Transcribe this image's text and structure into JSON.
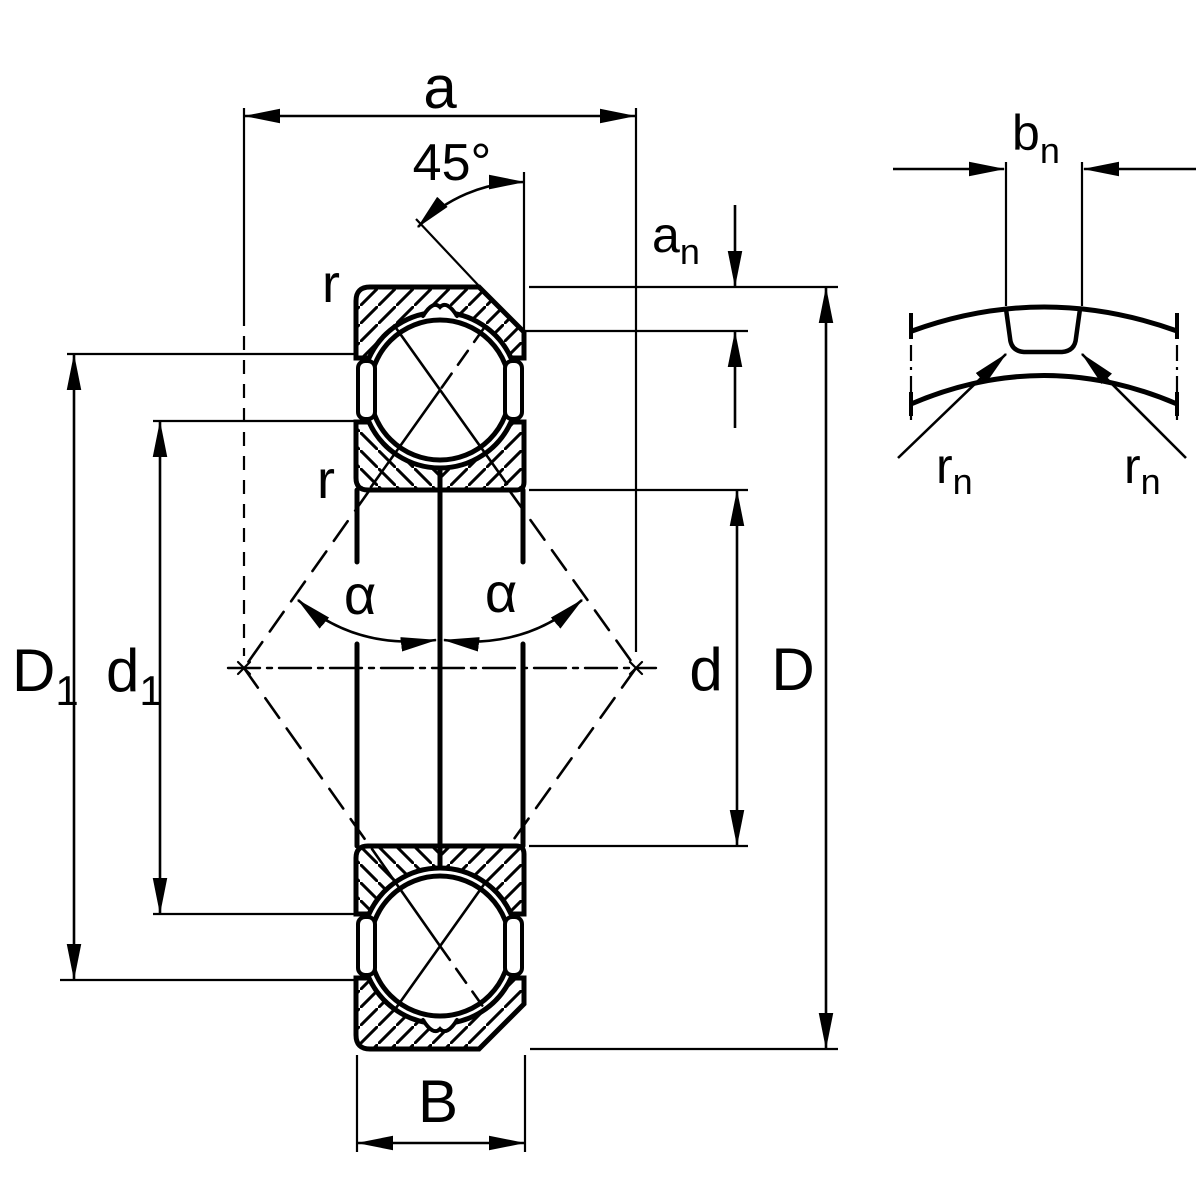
{
  "title": "Four-point contact ball bearing dimension drawing",
  "colors": {
    "line": "#000000",
    "background": "#ffffff"
  },
  "labels": {
    "width_a": "a",
    "angle_45": "45°",
    "a_n": {
      "base": "a",
      "sub": "n"
    },
    "r_top": "r",
    "r_bottom": "r",
    "D1": {
      "base": "D",
      "sub": "1"
    },
    "d1": {
      "base": "d",
      "sub": "1"
    },
    "alpha_left": "α",
    "alpha_right": "α",
    "bore_d": "d",
    "outer_D": "D",
    "width_B": "B",
    "b_n": {
      "base": "b",
      "sub": "n"
    },
    "r_n_left": {
      "base": "r",
      "sub": "n"
    },
    "r_n_right": {
      "base": "r",
      "sub": "n"
    }
  }
}
